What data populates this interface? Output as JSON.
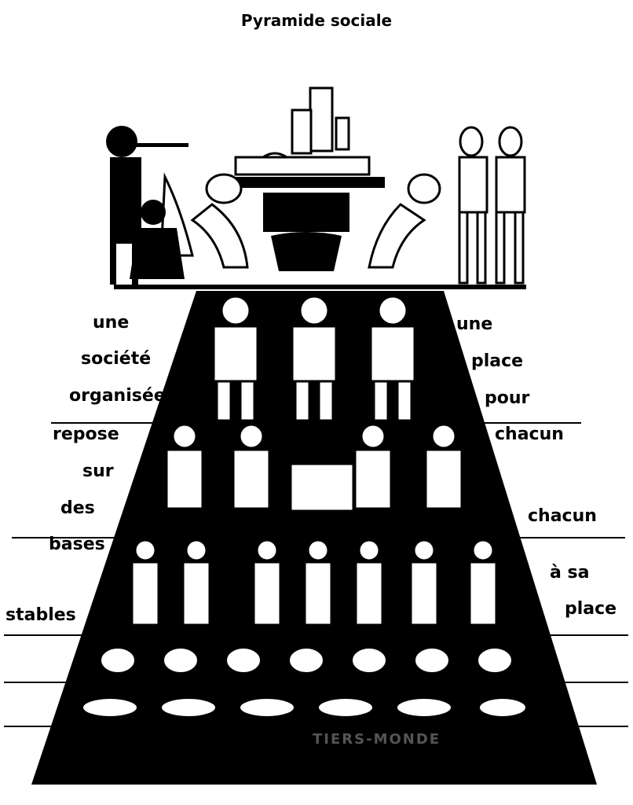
{
  "title": "Pyramide sociale",
  "left_text": [
    "une",
    "société",
    "organisée",
    "repose",
    "sur",
    "des",
    "bases",
    "stables"
  ],
  "right_text": [
    "une",
    "place",
    "pour",
    "chacun",
    "chacun",
    "à sa",
    "place"
  ],
  "base_label": "TIERS-MONDE",
  "colors": {
    "ink": "#000000",
    "paper": "#ffffff"
  }
}
